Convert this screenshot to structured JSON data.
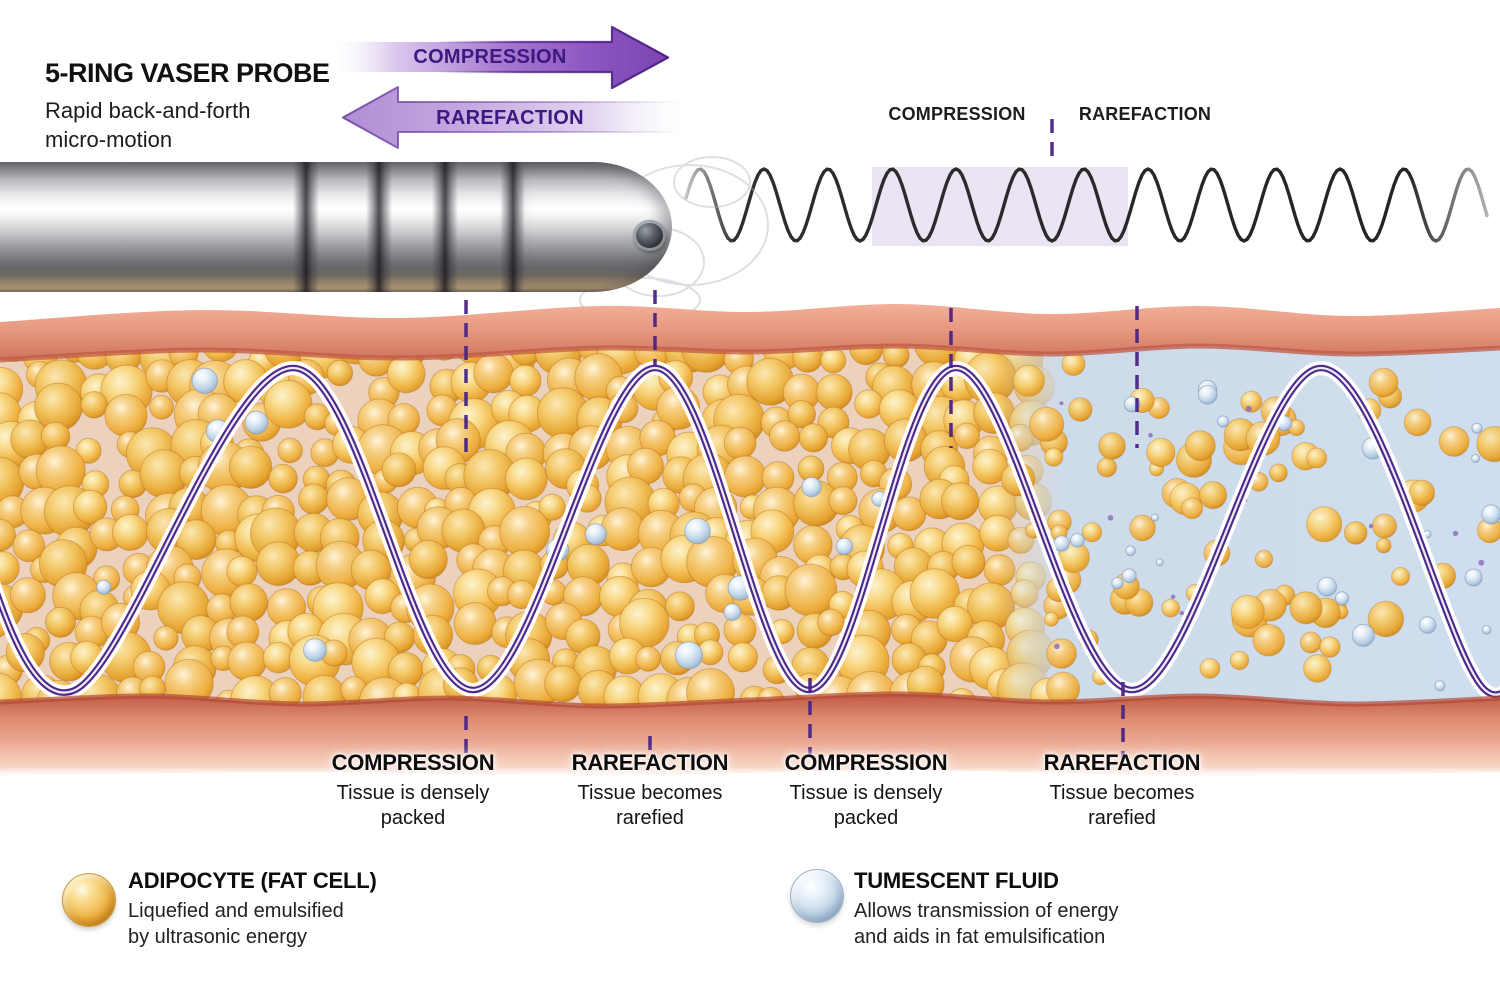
{
  "probe_label": {
    "title": "5-RING VASER PROBE",
    "subtitle_line1": "Rapid back-and-forth",
    "subtitle_line2": "micro-motion"
  },
  "motion_arrows": {
    "compression_label": "COMPRESSION",
    "rarefaction_label": "RAREFACTION"
  },
  "waveform_labels": {
    "compression_label": "COMPRESSION",
    "rarefaction_label": "RAREFACTION"
  },
  "tissue_annotations": [
    {
      "heading": "COMPRESSION",
      "description_line1": "Tissue is densely",
      "description_line2": "packed"
    },
    {
      "heading": "RAREFACTION",
      "description_line1": "Tissue becomes",
      "description_line2": "rarefied"
    },
    {
      "heading": "COMPRESSION",
      "description_line1": "Tissue is densely",
      "description_line2": "packed"
    },
    {
      "heading": "RAREFACTION",
      "description_line1": "Tissue becomes",
      "description_line2": "rarefied"
    }
  ],
  "legend": {
    "adipocyte": {
      "icon": "adipocyte-sphere-icon",
      "title": "ADIPOCYTE (FAT CELL)",
      "description_line1": "Liquefied and emulsified",
      "description_line2": "by ultrasonic energy",
      "color": "#f0b545"
    },
    "tumescent": {
      "icon": "tumescent-sphere-icon",
      "title": "TUMESCENT FLUID",
      "description_line1": "Allows transmission of energy",
      "description_line2": "and aids in fat emulsification",
      "color": "#b9cde2"
    }
  },
  "colors": {
    "accent_purple": "#4a2486",
    "compression_arrow_fill": "#8a52c0",
    "rarefaction_arrow_fill": "#b893d8",
    "skin": "#e0917a",
    "fat_cell": "#f0b545",
    "tumescent_fluid": "#cbdcee",
    "acoustic_wave": "#2b2b2b"
  }
}
